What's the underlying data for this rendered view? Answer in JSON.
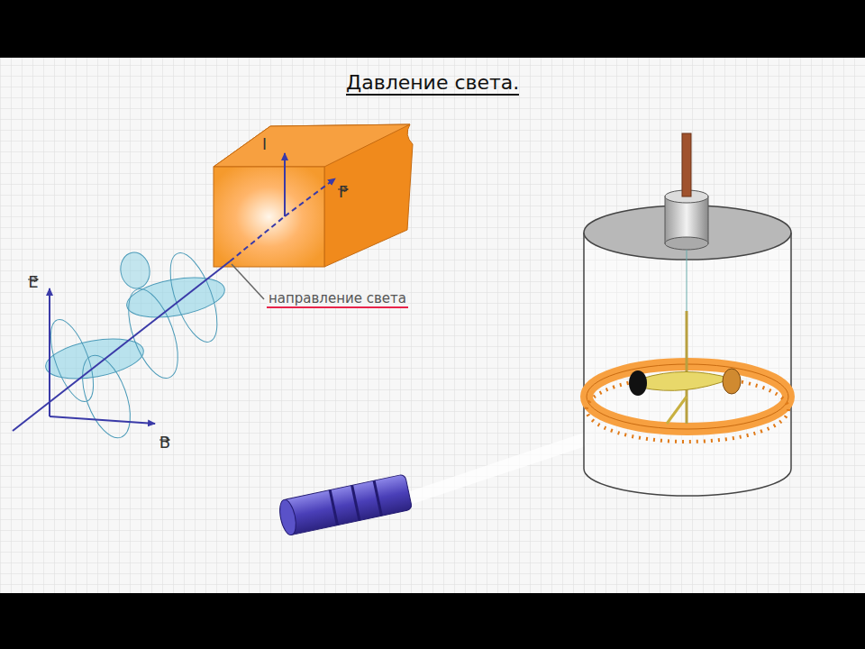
{
  "diagram": {
    "title": "Давление света.",
    "labels": [
      "направление света",
      "I",
      "F",
      "E",
      "B"
    ]
  }
}
